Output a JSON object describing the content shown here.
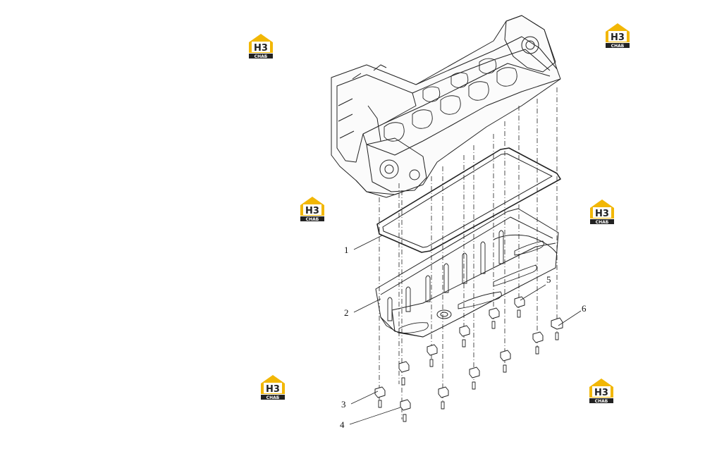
{
  "brand": {
    "logo_text": "H3",
    "logo_caption": "СНАБ",
    "logo_color": "#F2B705",
    "logo_dark": "#222222"
  },
  "callouts": [
    {
      "label": "1",
      "part": "gasket"
    },
    {
      "label": "2",
      "part": "oil-pan"
    },
    {
      "label": "3",
      "part": "clamp"
    },
    {
      "label": "4",
      "part": "bolt"
    },
    {
      "label": "5",
      "part": "clamp"
    },
    {
      "label": "6",
      "part": "bracket"
    }
  ]
}
